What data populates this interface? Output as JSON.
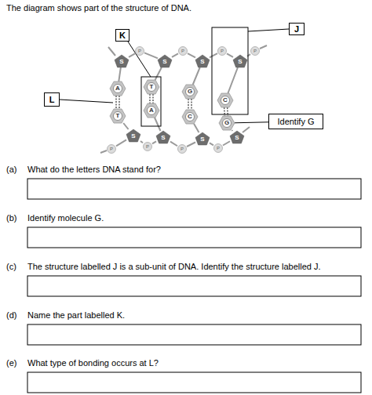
{
  "diagram": {
    "title": "The diagram shows part of the structure of DNA.",
    "nodes": [
      {
        "text": [
          "K"
        ]
      },
      {
        "text": [
          "J"
        ]
      },
      {
        "text": [
          "S"
        ]
      },
      {
        "text": [
          "P"
        ]
      },
      {
        "text": [
          "S"
        ]
      },
      {
        "text": [
          "P"
        ]
      },
      {
        "text": [
          "S"
        ]
      },
      {
        "text": [
          "P"
        ]
      },
      {
        "text": [
          "S"
        ]
      },
      {
        "text": [
          "P"
        ]
      },
      {
        "text": [
          "A"
        ]
      },
      {
        "text": [
          "T"
        ]
      },
      {
        "text": [
          "G"
        ]
      },
      {
        "text": [
          "C"
        ]
      },
      {
        "text": [
          "L"
        ]
      },
      {
        "text": [
          "Identify G"
        ]
      },
      {
        "text": [
          "T"
        ]
      },
      {
        "text": [
          "A"
        ]
      },
      {
        "text": [
          "C"
        ]
      },
      {
        "text": [
          "G"
        ]
      },
      {
        "text": [
          "P"
        ]
      },
      {
        "text": [
          "S"
        ]
      },
      {
        "text": [
          "P"
        ]
      },
      {
        "text": [
          "S"
        ]
      },
      {
        "text": [
          "P"
        ]
      },
      {
        "text": [
          "S"
        ]
      },
      {
        "text": [
          "P"
        ]
      },
      {
        "text": [
          "S"
        ]
      }
    ],
    "edges": [
      {
        "from": 2,
        "to": 3,
        "arrow": "none"
      },
      {
        "from": 3,
        "to": 4,
        "arrow": "none"
      },
      {
        "from": 4,
        "to": 5,
        "arrow": "none"
      },
      {
        "from": 5,
        "to": 6,
        "arrow": "none"
      },
      {
        "from": 6,
        "to": 7,
        "arrow": "none"
      },
      {
        "from": 7,
        "to": 8,
        "arrow": "none"
      },
      {
        "from": 8,
        "to": 9,
        "arrow": "none"
      },
      {
        "from": 20,
        "to": 21,
        "arrow": "none"
      },
      {
        "from": 21,
        "to": 22,
        "arrow": "none"
      },
      {
        "from": 22,
        "to": 23,
        "arrow": "none"
      },
      {
        "from": 23,
        "to": 24,
        "arrow": "none"
      },
      {
        "from": 24,
        "to": 25,
        "arrow": "none"
      },
      {
        "from": 25,
        "to": 26,
        "arrow": "none"
      },
      {
        "from": 26,
        "to": 27,
        "arrow": "none"
      },
      {
        "from": 2,
        "to": 10,
        "arrow": "none"
      },
      {
        "from": 4,
        "to": 11,
        "arrow": "none"
      },
      {
        "from": 6,
        "to": 12,
        "arrow": "none"
      },
      {
        "from": 8,
        "to": 13,
        "arrow": "none"
      },
      {
        "from": 16,
        "to": 21,
        "arrow": "none"
      },
      {
        "from": 17,
        "to": 23,
        "arrow": "none"
      },
      {
        "from": 18,
        "to": 25,
        "arrow": "none"
      },
      {
        "from": 19,
        "to": 27,
        "arrow": "none"
      },
      {
        "from": 10,
        "to": 16,
        "arrow": "none"
      },
      {
        "from": 11,
        "to": 17,
        "arrow": "none"
      },
      {
        "from": 12,
        "to": 18,
        "arrow": "none"
      },
      {
        "from": 13,
        "to": 19,
        "arrow": "none"
      },
      {
        "from": 19,
        "to": 15,
        "arrow": "none"
      }
    ],
    "labels": [
      "(a)",
      "What do the letters DNA stand for?",
      "(b)",
      "Identify molecule G.",
      "(c)",
      "The structure labelled J is a sub-unit of DNA. Identify the structure labelled J.",
      "(d)",
      "Name the part labelled K.",
      "(e)",
      "What type of bonding occurs at L?"
    ]
  }
}
